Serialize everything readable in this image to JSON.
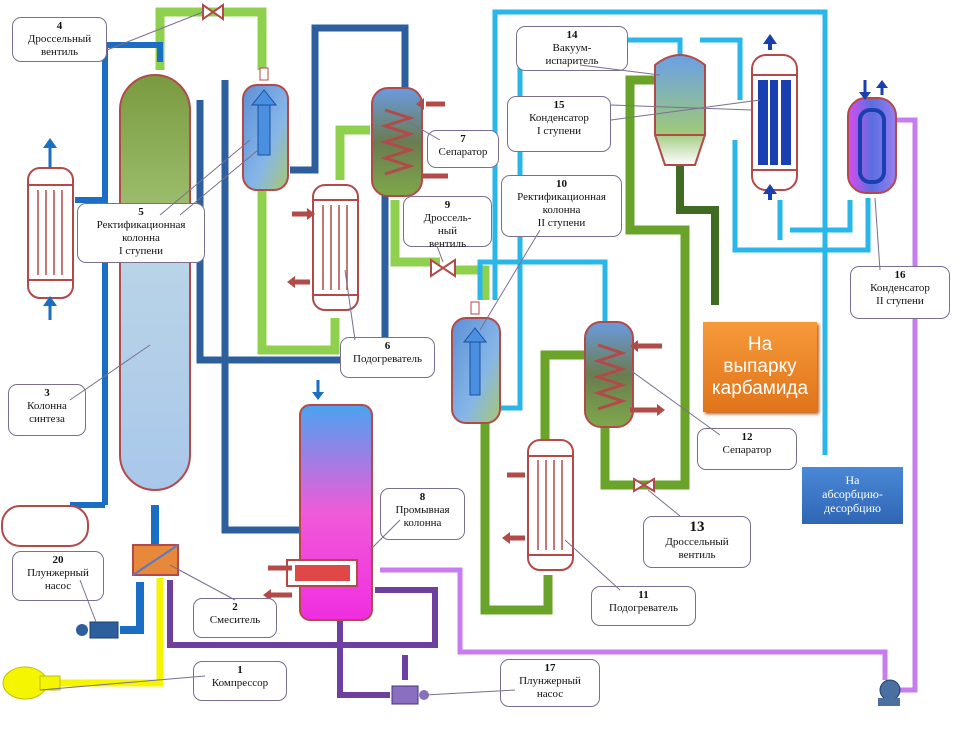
{
  "callouts": [
    {
      "id": "4",
      "text": "Дроссельный\nвентиль"
    },
    {
      "id": "5",
      "text": "Ректификационная\nколонна\nI ступени"
    },
    {
      "id": "3",
      "text": "Колонна\nсинтеза"
    },
    {
      "id": "20",
      "text": "Плунжерный\nнасос"
    },
    {
      "id": "2",
      "text": "Смеситель"
    },
    {
      "id": "1",
      "text": "Компрессор"
    },
    {
      "id": "6",
      "text": "Подогреватель"
    },
    {
      "id": "7",
      "text": "Сепаратор"
    },
    {
      "id": "9",
      "text": "Дроссель-\nный\nвентиль"
    },
    {
      "id": "8",
      "text": "Промывная\nколонна"
    },
    {
      "id": "17",
      "text": "Плунжерный\nнасос"
    },
    {
      "id": "14",
      "text": "Вакуум-\nиспаритель"
    },
    {
      "id": "15",
      "text": "Конденсатор\nI ступени"
    },
    {
      "id": "10",
      "text": "Ректификационная\nколонна\nII ступени"
    },
    {
      "id": "12",
      "text": "Сепаратор"
    },
    {
      "id": "13",
      "text": "Дроссельный\nвентиль"
    },
    {
      "id": "11",
      "text": "Подогреватель"
    },
    {
      "id": "16",
      "text": "Конденсатор\nII ступени"
    }
  ],
  "destinations": {
    "evaporation": "На\nвыпарку\nкарбамида",
    "absorption": "На\nабсорбцию-\nдесорбцию"
  },
  "colors": {
    "blue_line": "#1a6fc4",
    "dark_blue_line": "#2d5f9e",
    "light_blue_line": "#29b6e8",
    "green_line": "#6aa32a",
    "light_green_line": "#8fd14f",
    "dark_green_line": "#3f6b22",
    "purple_line": "#6f3fa0",
    "violet_line": "#c77df0",
    "yellow_line": "#f5f500",
    "equipment_outline": "#b24a4a",
    "evaporation_box": "#f08a24",
    "absorption_box": "#3a78c6"
  }
}
